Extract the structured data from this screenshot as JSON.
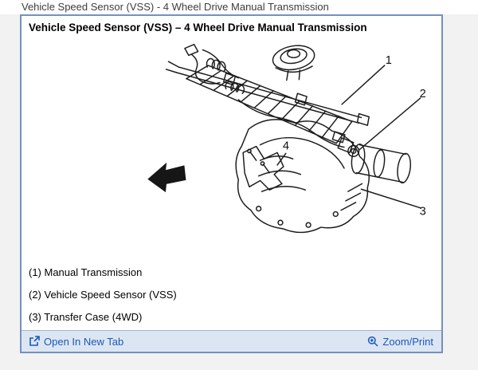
{
  "page": {
    "top_title": "Vehicle Speed Sensor (VSS) - 4 Wheel Drive Manual Transmission"
  },
  "panel": {
    "title": "Vehicle Speed Sensor (VSS) – 4 Wheel Drive Manual Transmission",
    "callouts": [
      "1",
      "2",
      "3",
      "4"
    ],
    "legend": [
      "(1) Manual Transmission",
      "(2) Vehicle Speed Sensor (VSS)",
      "(3) Transfer Case (4WD)"
    ],
    "footer": {
      "open_in_new_tab": "Open In New Tab",
      "zoom_print": "Zoom/Print"
    },
    "colors": {
      "link": "#1b58b8",
      "panel_border": "#7590bd",
      "footer_bg": "#dce6f3",
      "line_art": "#1b1b1b"
    }
  }
}
